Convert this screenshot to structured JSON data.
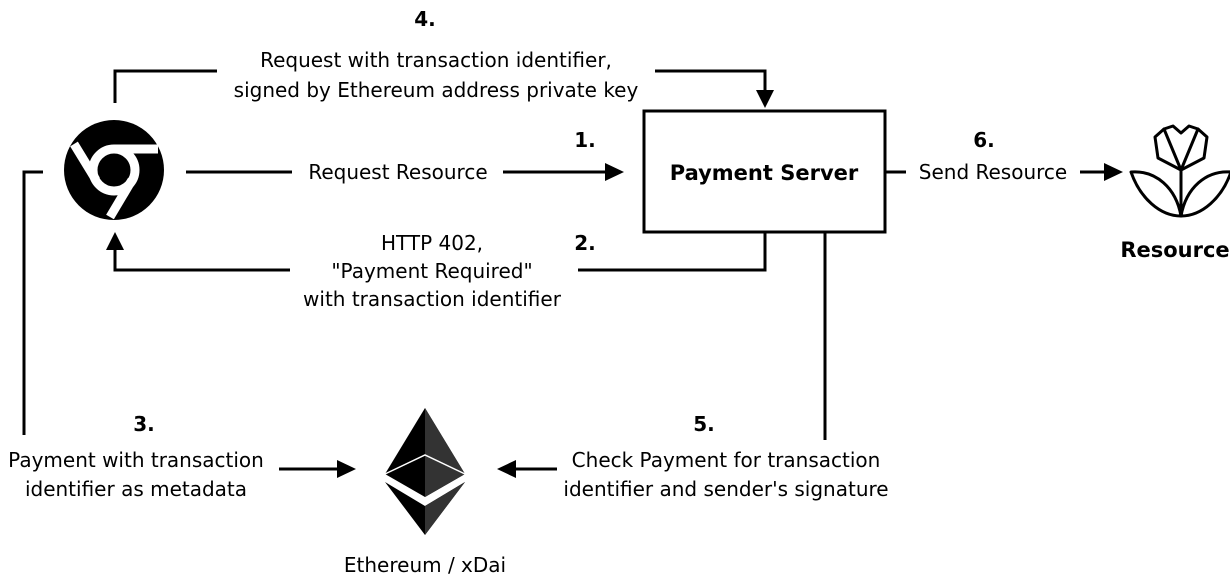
{
  "nodes": {
    "server_label": "Payment Server",
    "resource_label": "Resource",
    "chain_label": "Ethereum / xDai"
  },
  "steps": {
    "step1": {
      "number": "1.",
      "text": "Request Resource"
    },
    "step2": {
      "number": "2.",
      "line1": "HTTP 402,",
      "line2": "\"Payment Required\"",
      "line3": "with transaction identifier"
    },
    "step3": {
      "number": "3.",
      "line1": "Payment with transaction",
      "line2": "identifier as metadata"
    },
    "step4": {
      "number": "4.",
      "line1": "Request with transaction identifier,",
      "line2": "signed by Ethereum address private key"
    },
    "step5": {
      "number": "5.",
      "line1": "Check Payment for transaction",
      "line2": "identifier and sender's signature"
    },
    "step6": {
      "number": "6.",
      "text": "Send Resource"
    }
  },
  "icons": {
    "client": "chrome-browser-icon",
    "resource": "tulip-flower-icon",
    "chain": "ethereum-icon"
  }
}
